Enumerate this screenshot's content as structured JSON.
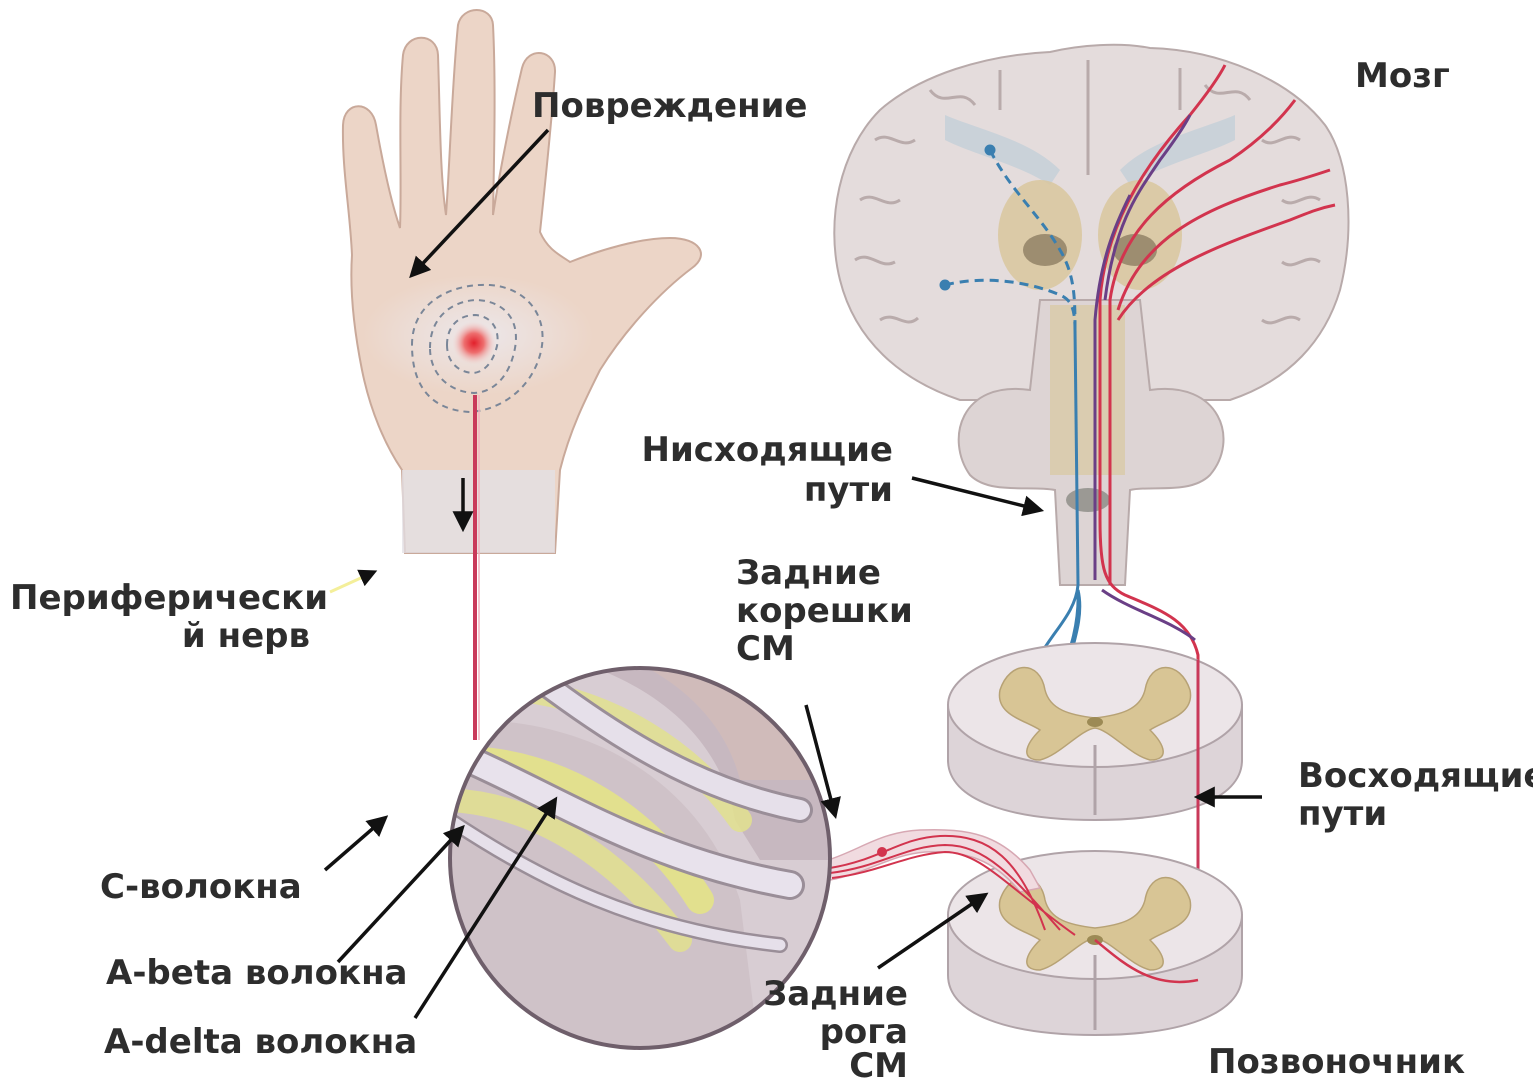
{
  "labels": {
    "injury": "Повреждение",
    "brain": "Мозг",
    "descending_1": "Нисходящие",
    "descending_2": "пути",
    "peripheral_1": "Периферически",
    "peripheral_2": "й нерв",
    "dorsal_roots_1": "Задние",
    "dorsal_roots_2": "корешки",
    "dorsal_roots_3": "СМ",
    "ascending_1": "Восходящие",
    "ascending_2": "пути",
    "c_fibers": "С-волокна",
    "a_beta": "A-beta волокна",
    "a_delta": "A-delta волокна",
    "dorsal_horns_1": "Задние",
    "dorsal_horns_2": "рога",
    "dorsal_horns_3": "СМ",
    "spine": "Позвоночник"
  },
  "colors": {
    "nerve_red": "#d2344e",
    "descending_blue": "#3a7fb0",
    "tissue": "#e9e1e4",
    "grey_matter": "#d8c595",
    "skin": "#ecd5c7"
  }
}
